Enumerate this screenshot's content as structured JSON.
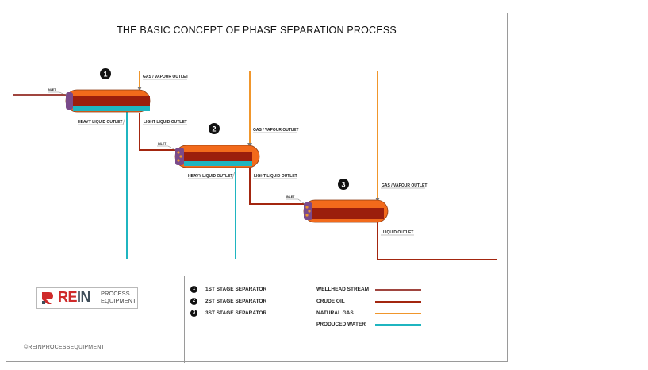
{
  "title": "THE BASIC CONCEPT OF PHASE SEPARATION PROCESS",
  "stages": [
    {
      "number": "1",
      "inlet": "INLET",
      "gas_outlet": "GAS / VAPOUR OUTLET",
      "light_outlet": "LIGHT LIQUID OUTLET",
      "heavy_outlet": "HEAVY LIQUID OUTLET"
    },
    {
      "number": "2",
      "inlet": "INLET",
      "gas_outlet": "GAS / VAPOUR OUTLET",
      "light_outlet": "LIGHT LIQUID OUTLET",
      "heavy_outlet": "HEAVY LIQUID OUTLET"
    },
    {
      "number": "3",
      "inlet": "INLET",
      "gas_outlet": "GAS / VAPOUR OUTLET",
      "liquid_outlet": "LIQUID OUTLET"
    }
  ],
  "legend": {
    "stages": [
      {
        "number": "1",
        "label": "1ST STAGE SEPARATOR"
      },
      {
        "number": "2",
        "label": "2ST STAGE SEPARATOR"
      },
      {
        "number": "3",
        "label": "3ST STAGE SEPARATOR"
      }
    ],
    "streams": [
      {
        "label": "WELLHEAD STREAM",
        "color": "#a0453f"
      },
      {
        "label": "CRUDE OIL",
        "color": "#a3260f"
      },
      {
        "label": "NATURAL GAS",
        "color": "#f0962c"
      },
      {
        "label": "PRODUCED WATER",
        "color": "#1fb5c0"
      }
    ]
  },
  "logo": {
    "word_re": "RE",
    "word_in": "IN",
    "line1": "PROCESS",
    "line2": "EQUIPMENT"
  },
  "copyright": "©REINPROCESSEQUIPMENT",
  "colors": {
    "wellhead": "#a0453f",
    "crude": "#a3260f",
    "gas": "#f0962c",
    "water": "#1fb5c0",
    "vessel_orange": "#f26a1b",
    "vessel_oil": "#9b1e0c",
    "inlet_cap": "#7a4a8a"
  }
}
